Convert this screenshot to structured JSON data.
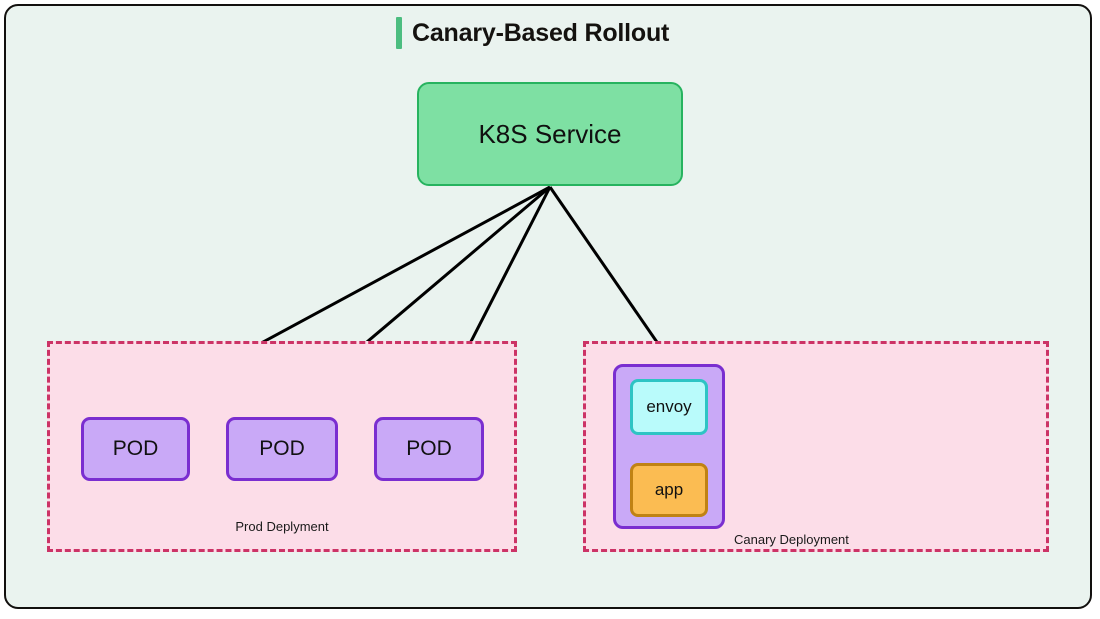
{
  "diagram": {
    "title": "Canary-Based Rollout",
    "accent_color": "#4cbd80",
    "background_color": "#eaf3ef",
    "border_color": "#12100e"
  },
  "service": {
    "label": "K8S Service",
    "fill_color": "#7ee0a3",
    "border_color": "#27b35f"
  },
  "deployments": [
    {
      "id": "prod",
      "label": "Prod Deplyment",
      "fill_color": "#fcdde8",
      "border_color": "#cc3366",
      "pods": [
        {
          "label": "POD"
        },
        {
          "label": "POD"
        },
        {
          "label": "POD"
        }
      ]
    },
    {
      "id": "canary",
      "label": "Canary Deployment",
      "fill_color": "#fcdde8",
      "border_color": "#cc3366",
      "pods": [
        {
          "label": "",
          "containers": [
            {
              "label": "envoy",
              "fill_color": "#b9fbfb",
              "border_color": "#2ec4c4"
            },
            {
              "label": "app",
              "fill_color": "#fbbc52",
              "border_color": "#c08214"
            }
          ]
        }
      ]
    }
  ],
  "pod_style": {
    "fill_color": "#c9a9f7",
    "border_color": "#7a2ed0"
  },
  "connections": [
    {
      "from": "service",
      "to": "pod-1",
      "style": "arrow"
    },
    {
      "from": "service",
      "to": "pod-2",
      "style": "arrow"
    },
    {
      "from": "service",
      "to": "pod-3",
      "style": "arrow"
    },
    {
      "from": "service",
      "to": "canary-pod",
      "style": "arrow"
    }
  ],
  "arrow_color": "#000000"
}
